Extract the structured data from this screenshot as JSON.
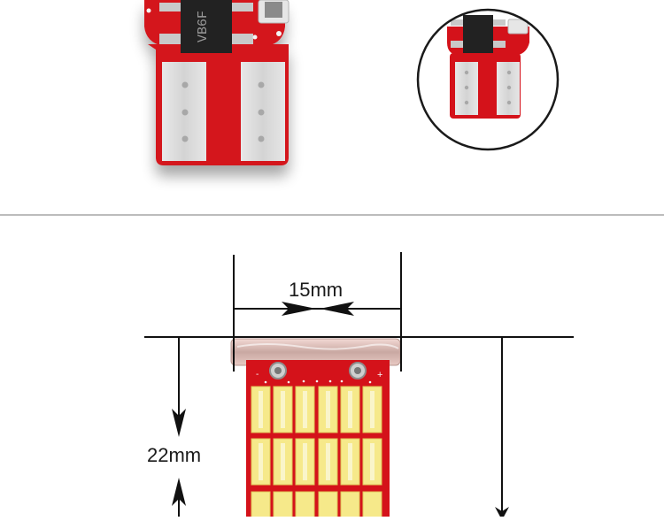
{
  "figure": {
    "chip_marking": "VB6F",
    "width_dimension": "15mm",
    "height_dimension": "22mm",
    "colors": {
      "pcb_red": "#d4121a",
      "pad_silver": "#dcdcdc",
      "led_yellow": "#f6e98a",
      "chip_black": "#222222",
      "divider_gray": "#bcbcbc",
      "dimension_line": "#111111"
    }
  }
}
